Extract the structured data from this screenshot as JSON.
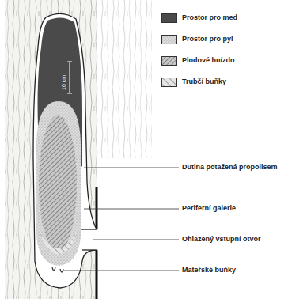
{
  "diagram": {
    "labels": [
      "10 cm",
      "Dutina potažená propolisem",
      "Periferní galerie",
      "Ohlazený vstupní otvor",
      "Mateřské buňky"
    ],
    "legend": [
      {
        "text": "Prostor pro med",
        "color": "#4a4a4a"
      },
      {
        "text": "Prostor pro pyl"
      },
      {
        "text": "Plodové hnízdo"
      },
      {
        "text": "Trubčí buňky"
      }
    ]
  }
}
